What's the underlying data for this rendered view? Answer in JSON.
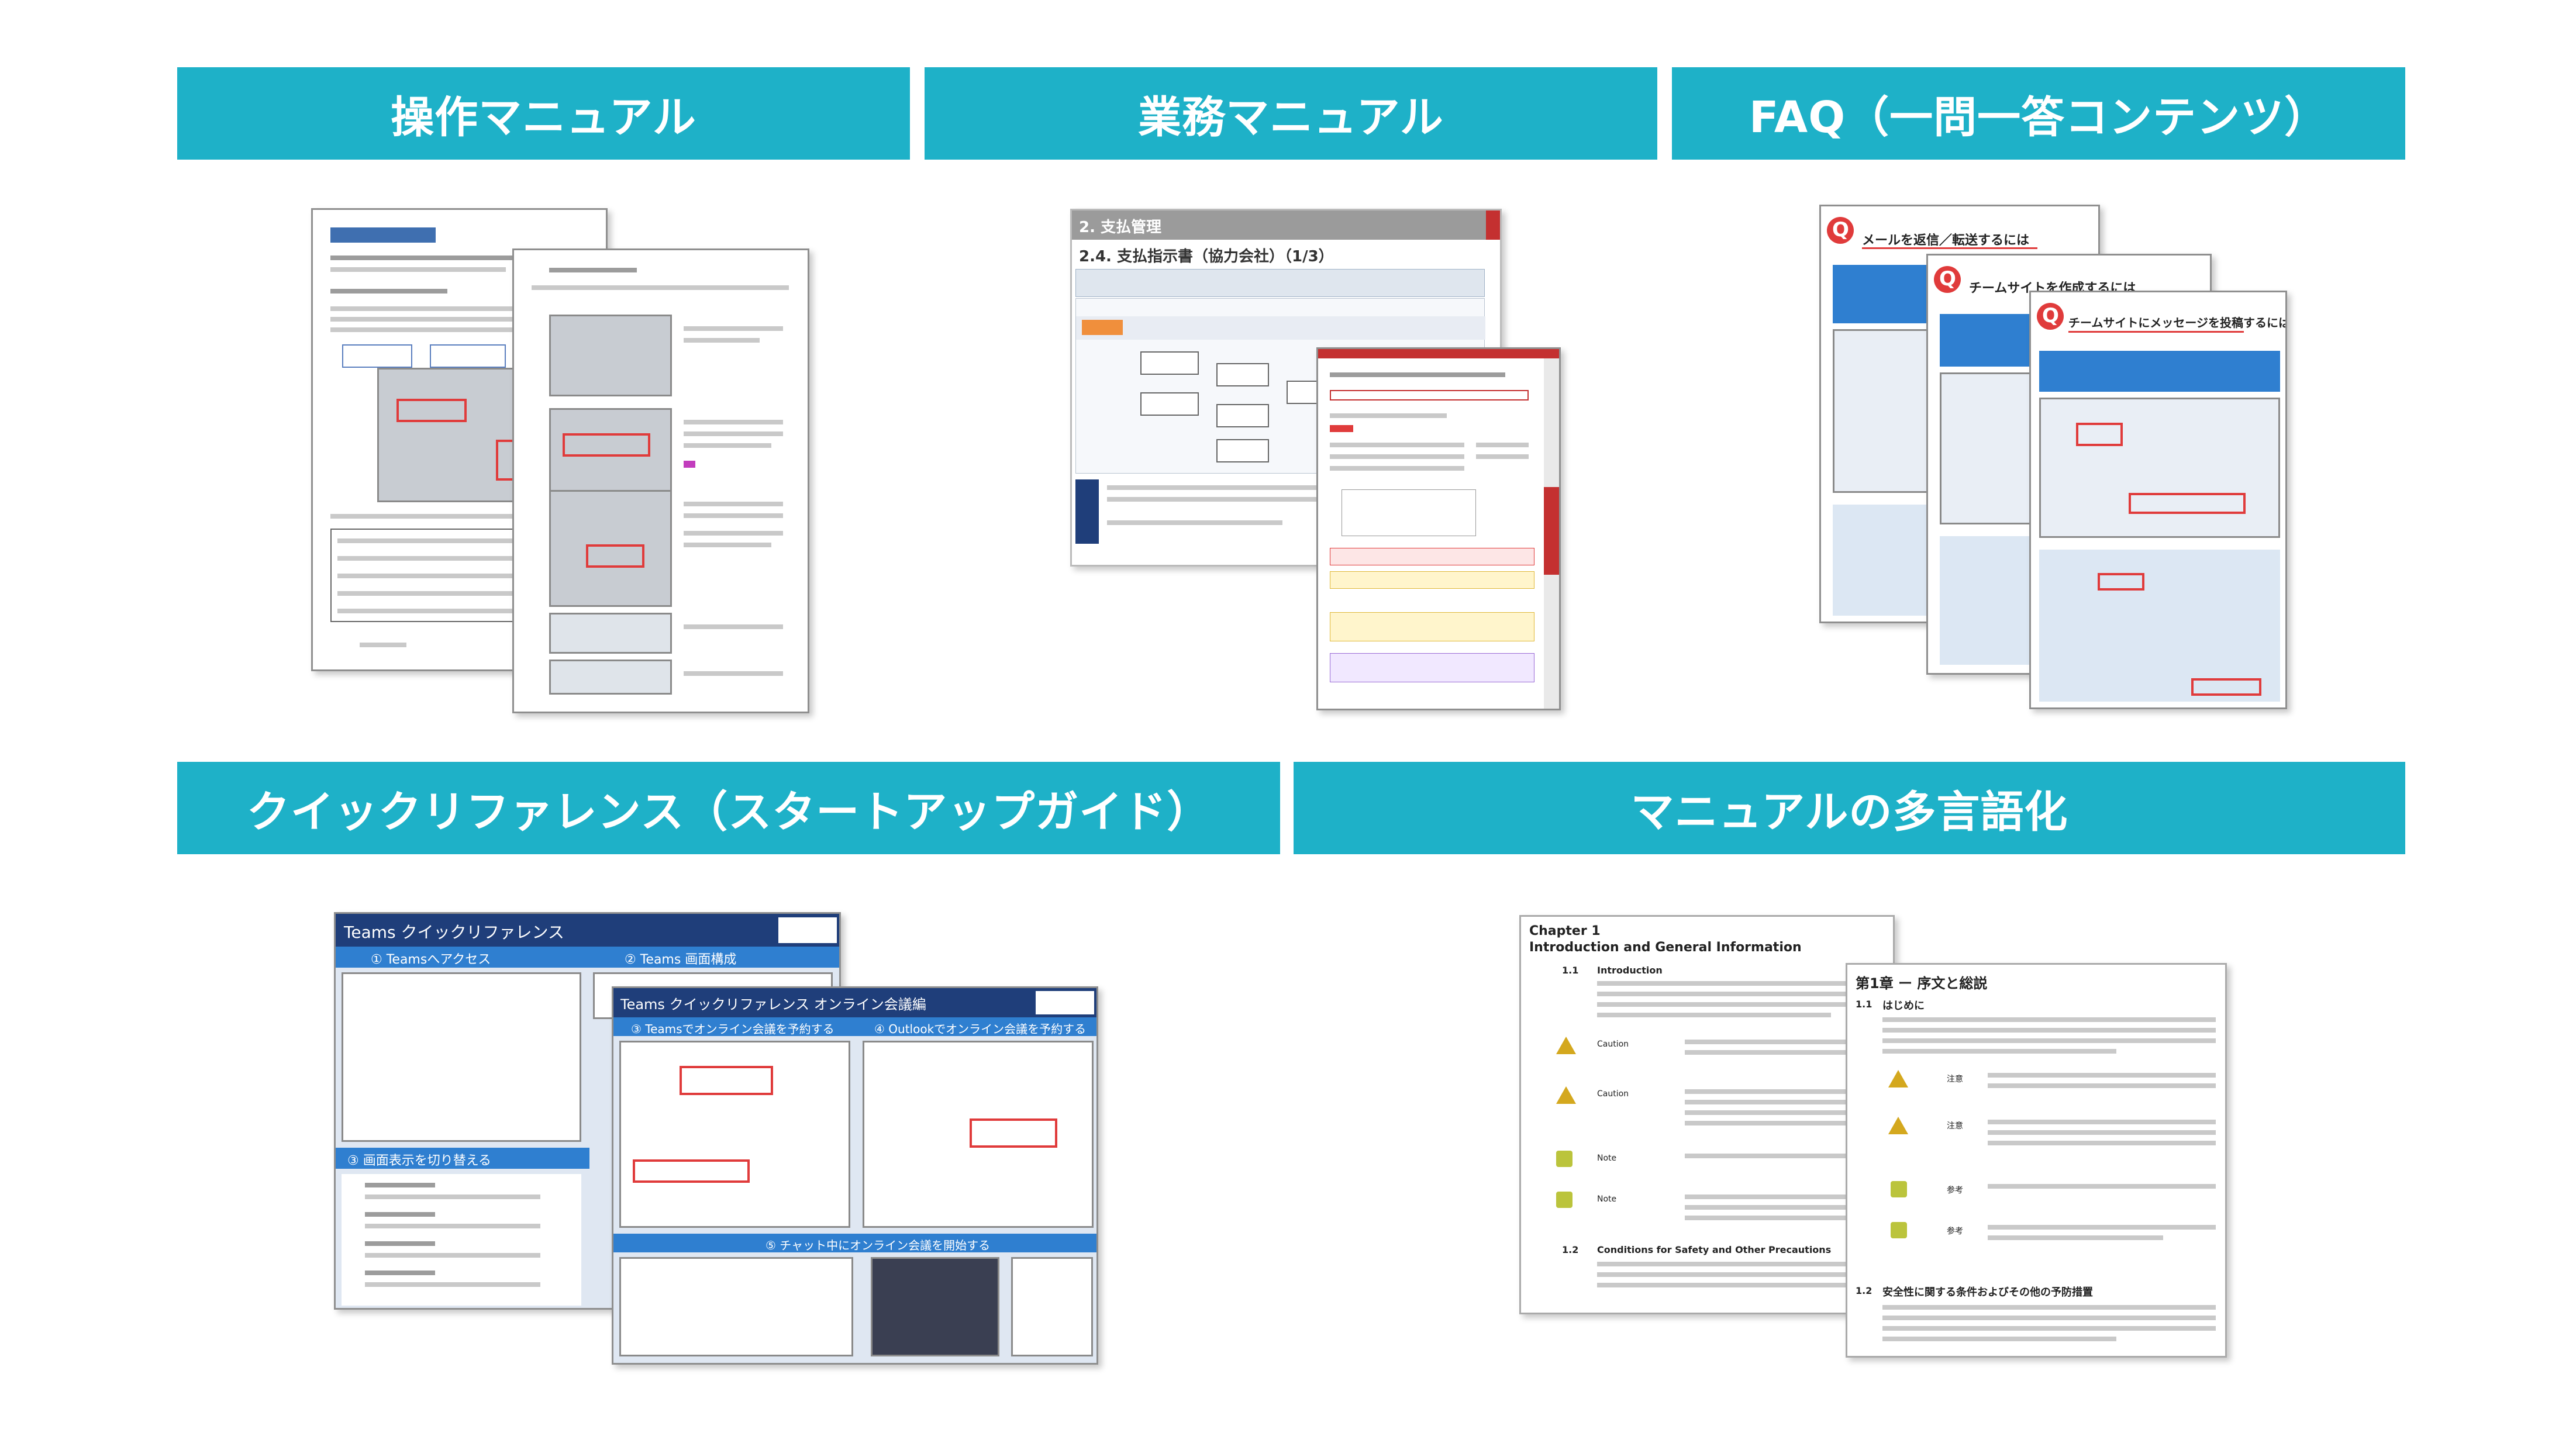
{
  "banners": {
    "operation_manual": "操作マニュアル",
    "business_manual": "業務マニュアル",
    "faq": "FAQ（一問一答コンテンツ）",
    "quick_reference": "クイックリファレンス（スタートアップガイド）",
    "multilingual": "マニュアルの多言語化"
  },
  "thumbs": {
    "business": {
      "section": "2. 支払管理",
      "subtitle": "2.4. 支払指示書（協力会社）（1/3）"
    },
    "faq": {
      "q1": "メールを返信／転送するには",
      "q2": "チームサイトを作成するには",
      "q3": "チームサイトにメッセージを投稿するには",
      "q_mark": "Q"
    },
    "quickref": {
      "title1": "Teams クイックリファレンス",
      "title2": "Teams クイックリファレンス オンライン会議編",
      "s1": "① Teamsへアクセス",
      "s2": "② Teams 画面構成",
      "s3": "③ 画面表示を切り替える",
      "s4": "③ Teamsでオンライン会議を予約する",
      "s5": "④ Outlookでオンライン会議を予約する",
      "s6": "⑤ チャット中にオンライン会議を開始する"
    },
    "multilingual": {
      "en_chapter": "Chapter 1",
      "en_title": "Introduction and General Information",
      "en_1_1_num": "1.1",
      "en_1_1": "Introduction",
      "en_1_2_num": "1.2",
      "en_1_2": "Conditions for Safety and Other Precautions",
      "en_caution": "Caution",
      "en_note": "Note",
      "jp_chapter": "第1章 ー 序文と総説",
      "jp_1_1_num": "1.1",
      "jp_1_1": "はじめに",
      "jp_1_2_num": "1.2",
      "jp_1_2": "安全性に関する条件およびその他の予防措置",
      "jp_caution": "注意",
      "jp_note": "参考"
    }
  },
  "colors": {
    "banner_bg": "#1eb1c8",
    "banner_text": "#ffffff",
    "accent_red": "#e03b3b",
    "quickref_navy": "#1f3e7a",
    "quickref_blue": "#2f7fd0"
  }
}
